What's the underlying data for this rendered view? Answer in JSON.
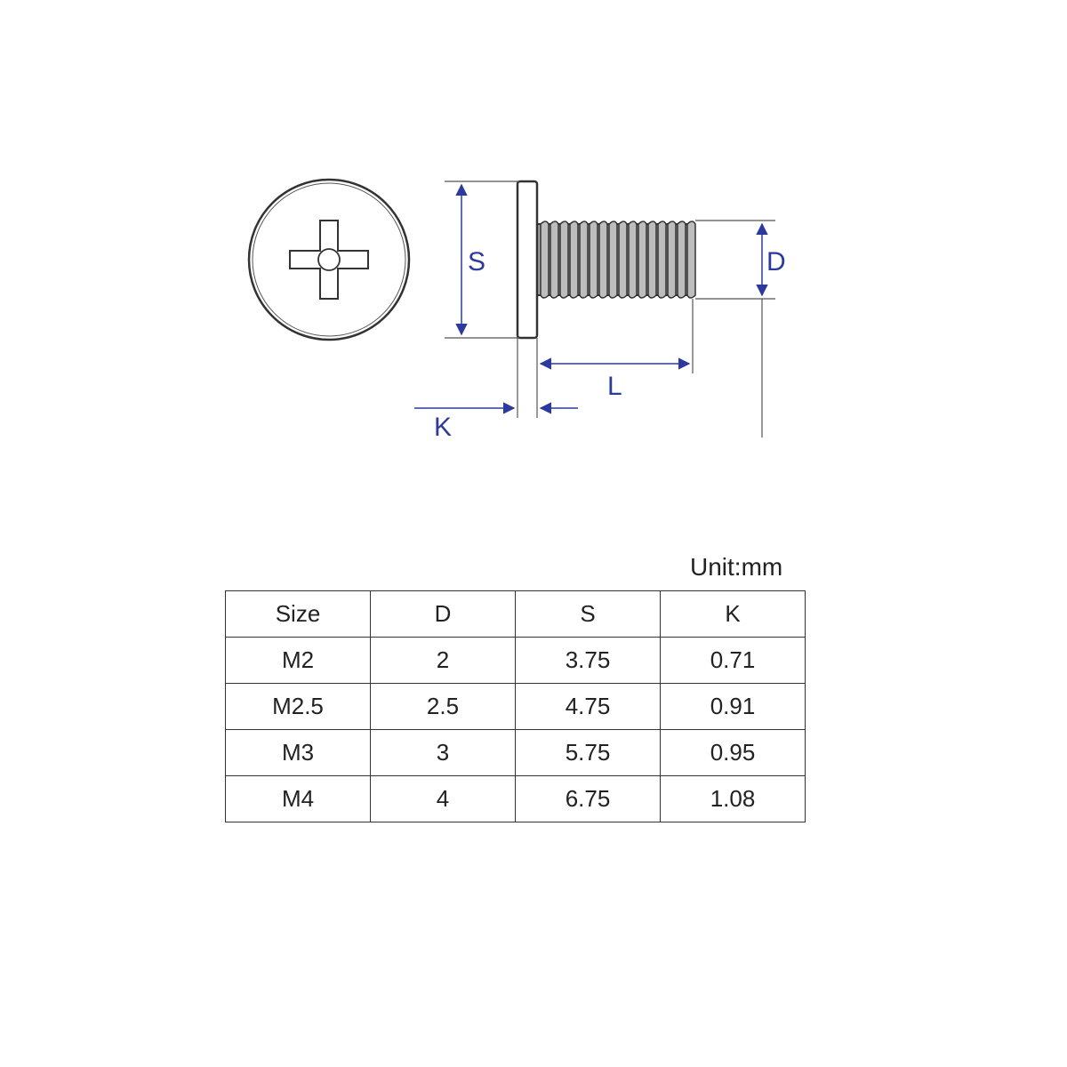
{
  "diagram": {
    "dimension_labels": {
      "s": "S",
      "d": "D",
      "l": "L",
      "k": "K"
    },
    "colors": {
      "line": "#333333",
      "dimension": "#2b3a9c",
      "head_fill": "#ffffff",
      "thread_fill": "#a8a8a8"
    }
  },
  "spec_table": {
    "unit": "Unit:mm",
    "headers": [
      "Size",
      "D",
      "S",
      "K"
    ],
    "rows": [
      [
        "M2",
        "2",
        "3.75",
        "0.71"
      ],
      [
        "M2.5",
        "2.5",
        "4.75",
        "0.91"
      ],
      [
        "M3",
        "3",
        "5.75",
        "0.95"
      ],
      [
        "M4",
        "4",
        "6.75",
        "1.08"
      ]
    ]
  }
}
